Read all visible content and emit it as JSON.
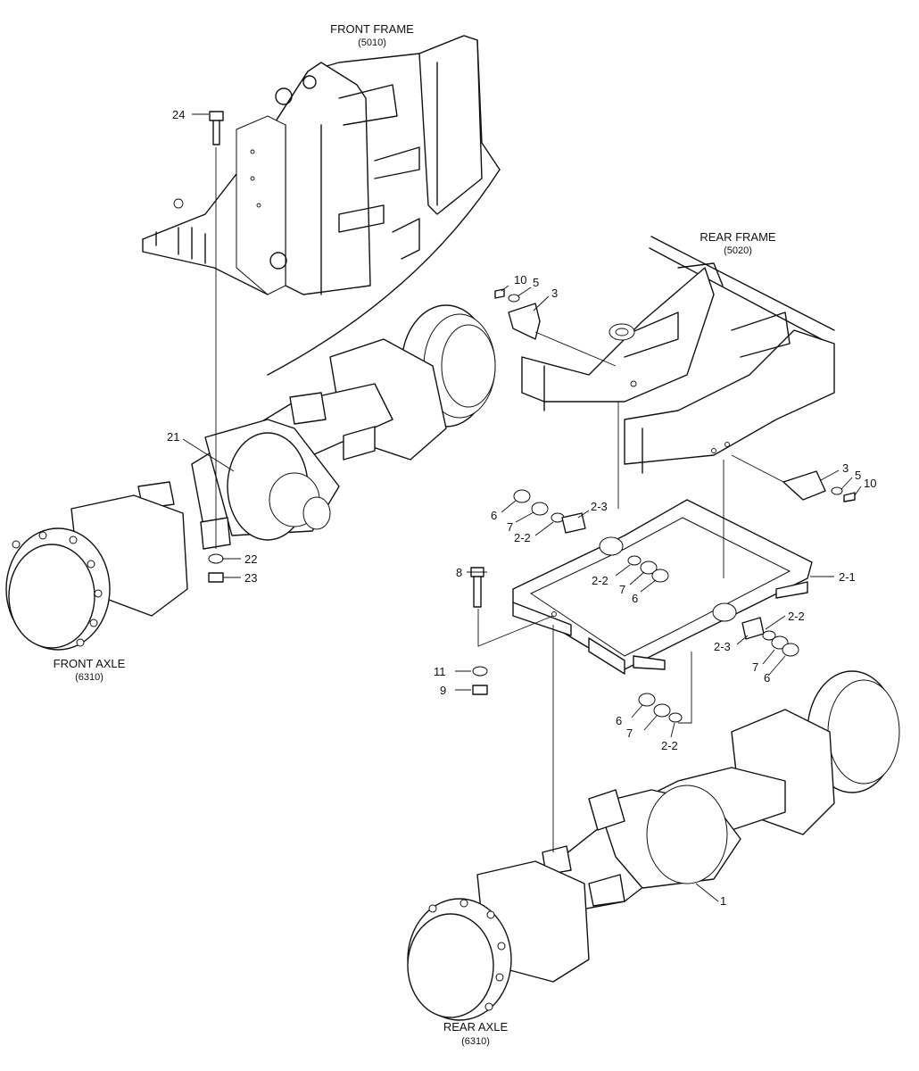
{
  "assemblies": {
    "front_frame": {
      "name": "FRONT FRAME",
      "code": "(5010)"
    },
    "rear_frame": {
      "name": "REAR FRAME",
      "code": "(5020)"
    },
    "front_axle": {
      "name": "FRONT AXLE",
      "code": "(6310)"
    },
    "rear_axle": {
      "name": "REAR AXLE",
      "code": "(6310)"
    }
  },
  "callouts": {
    "p24": "24",
    "p21": "21",
    "p22": "22",
    "p23": "23",
    "p10_top": "10",
    "p5_top": "5",
    "p3_top": "3",
    "p3_right": "3",
    "p5_right": "5",
    "p10_right": "10",
    "p6_a": "6",
    "p7_a": "7",
    "p2_2_a": "2-2",
    "p2_3_a": "2-3",
    "p2_2_b": "2-2",
    "p7_b": "7",
    "p6_b": "6",
    "p2_1": "2-1",
    "p8": "8",
    "p2_2_c": "2-2",
    "p2_3_b": "2-3",
    "p7_c": "7",
    "p6_c": "6",
    "p11": "11",
    "p9": "9",
    "p6_d": "6",
    "p7_d": "7",
    "p2_2_d": "2-2",
    "p1": "1"
  }
}
